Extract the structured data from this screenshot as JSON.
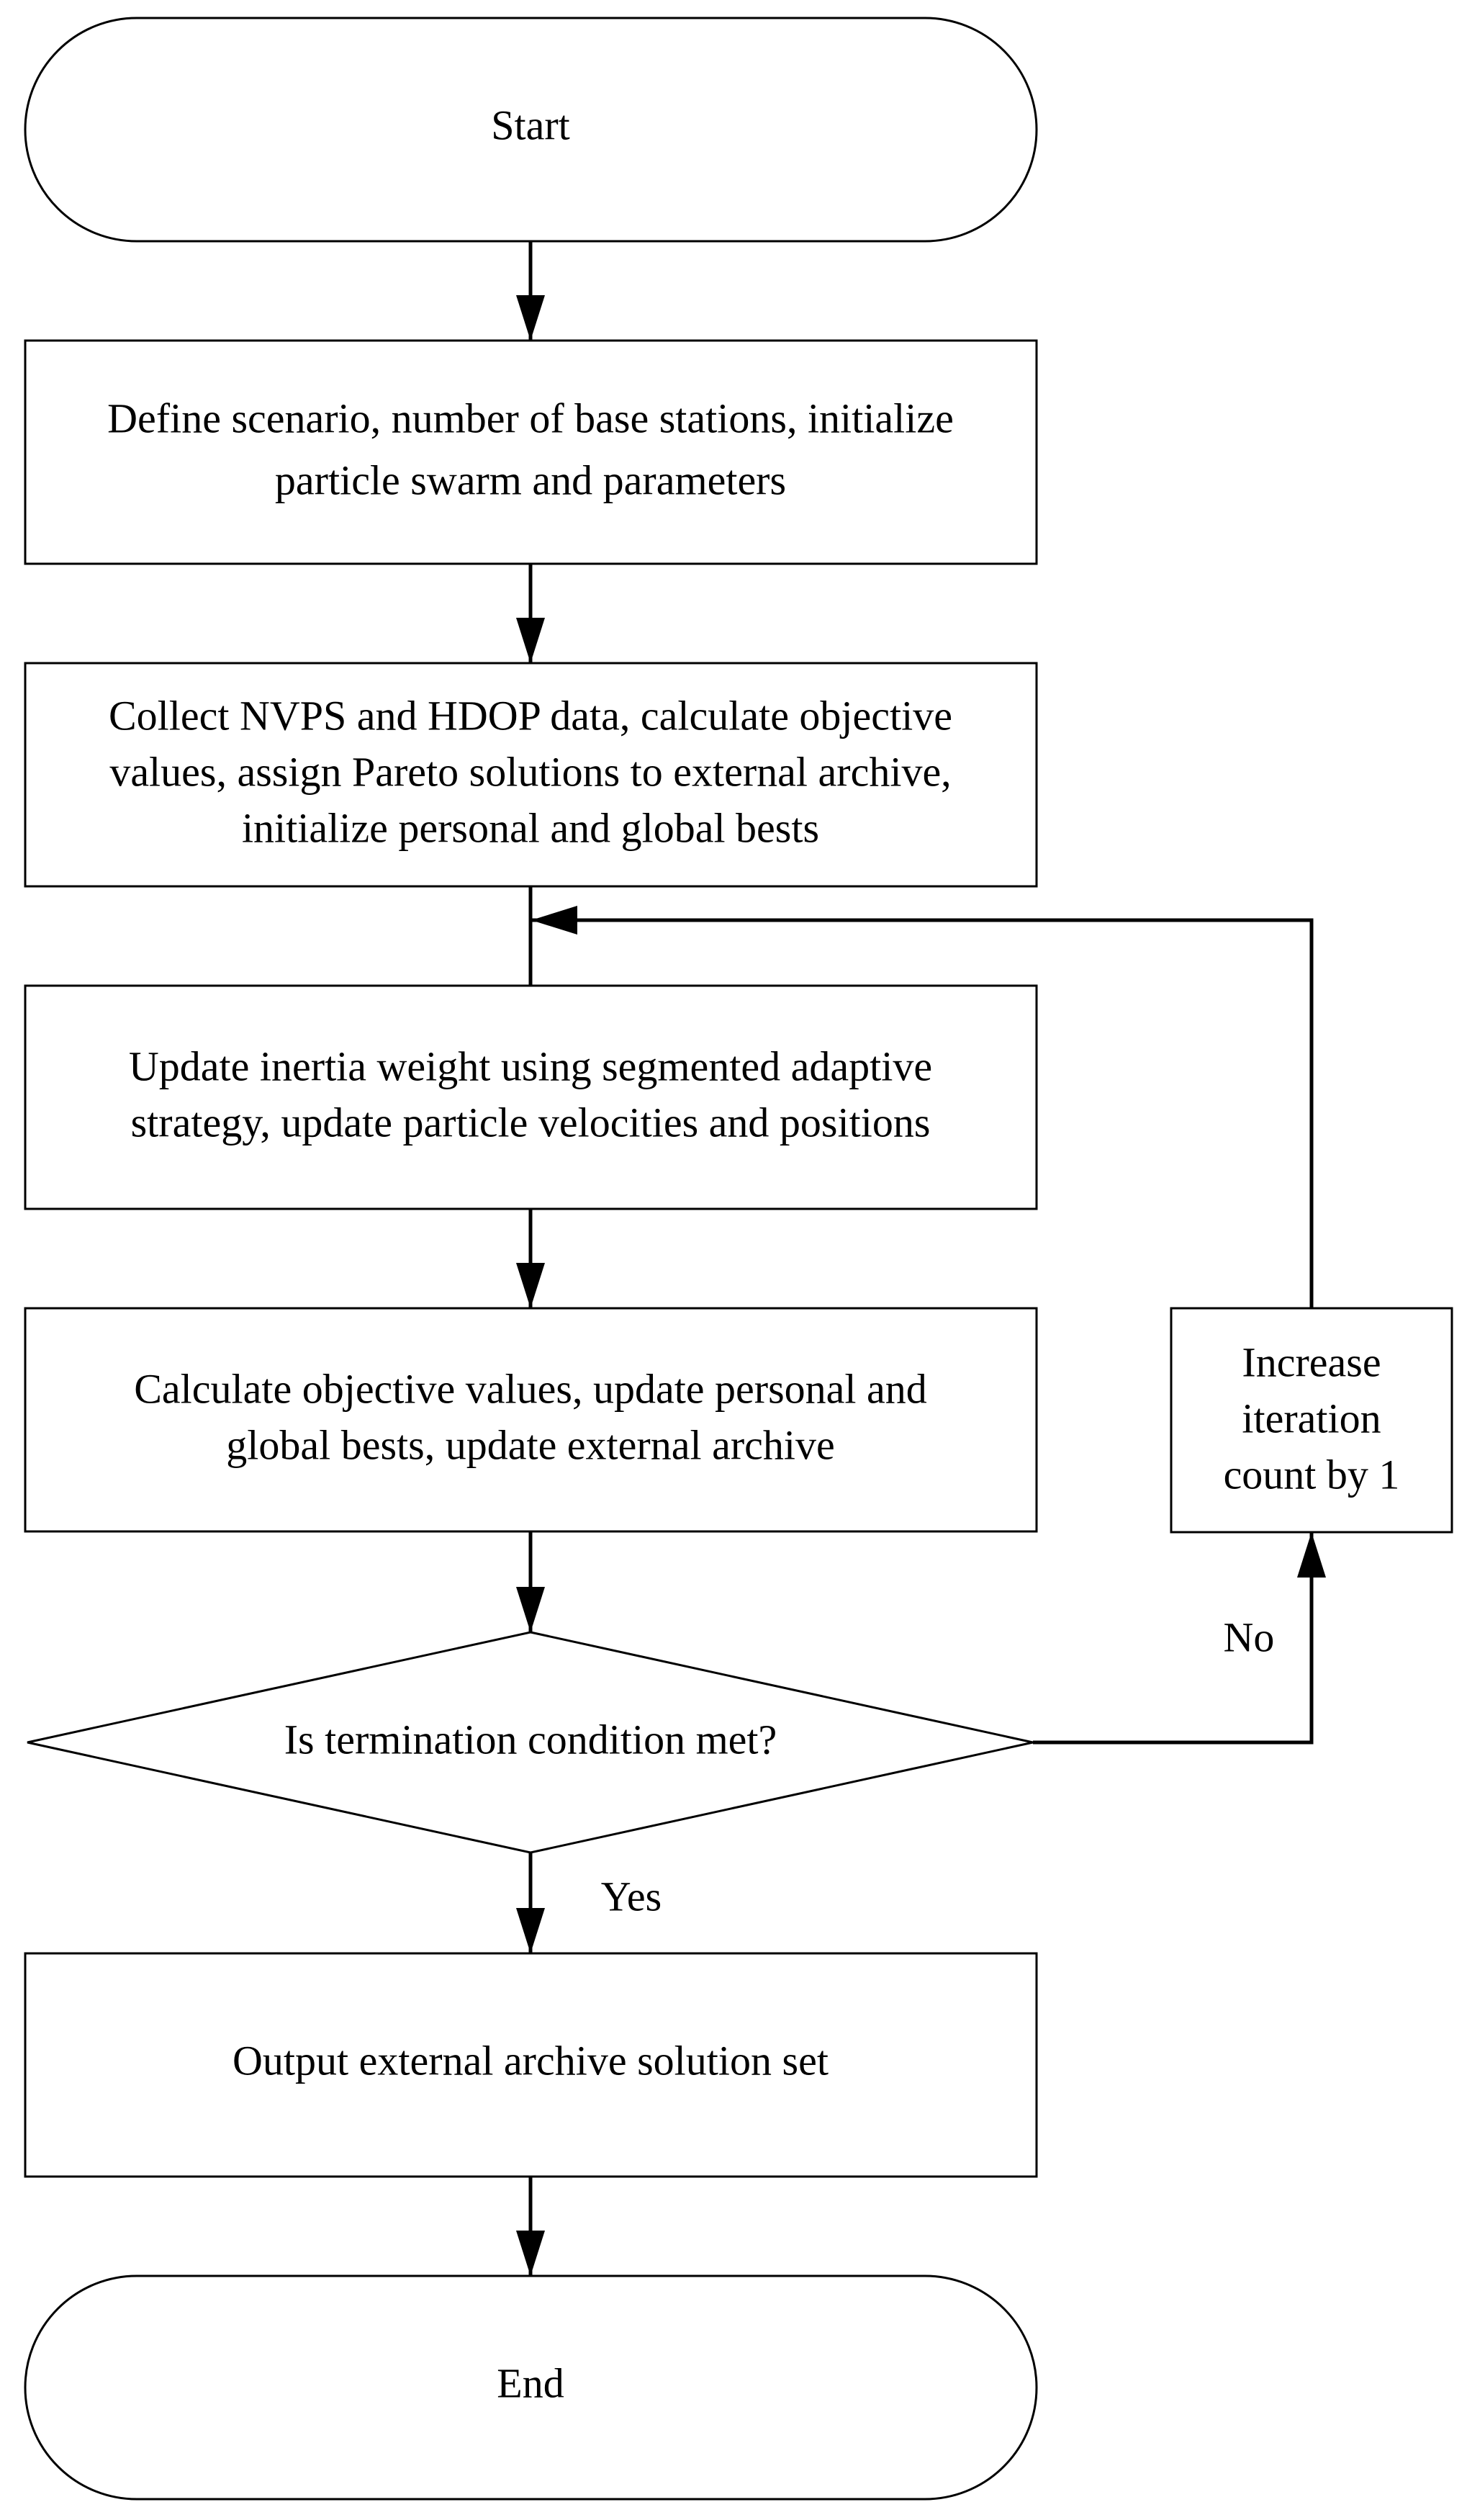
{
  "diagram": {
    "start": "Start",
    "step1": [
      "Define scenario, number of base stations, initialize",
      "particle swarm and parameters"
    ],
    "step2": [
      "Collect NVPS and HDOP data, calculate objective",
      "values, assign Pareto solutions to external archive,",
      "initialize personal and global bests"
    ],
    "step3": [
      "Update inertia weight using segmented adaptive",
      "strategy, update particle velocities and positions"
    ],
    "step4": [
      "Calculate objective values, update personal and",
      "global bests, update external archive"
    ],
    "decision": "Is termination condition met?",
    "increment": [
      "Increase",
      "iteration",
      "count by 1"
    ],
    "label_no": "No",
    "label_yes": "Yes",
    "step5": "Output external archive solution set",
    "end": "End"
  }
}
